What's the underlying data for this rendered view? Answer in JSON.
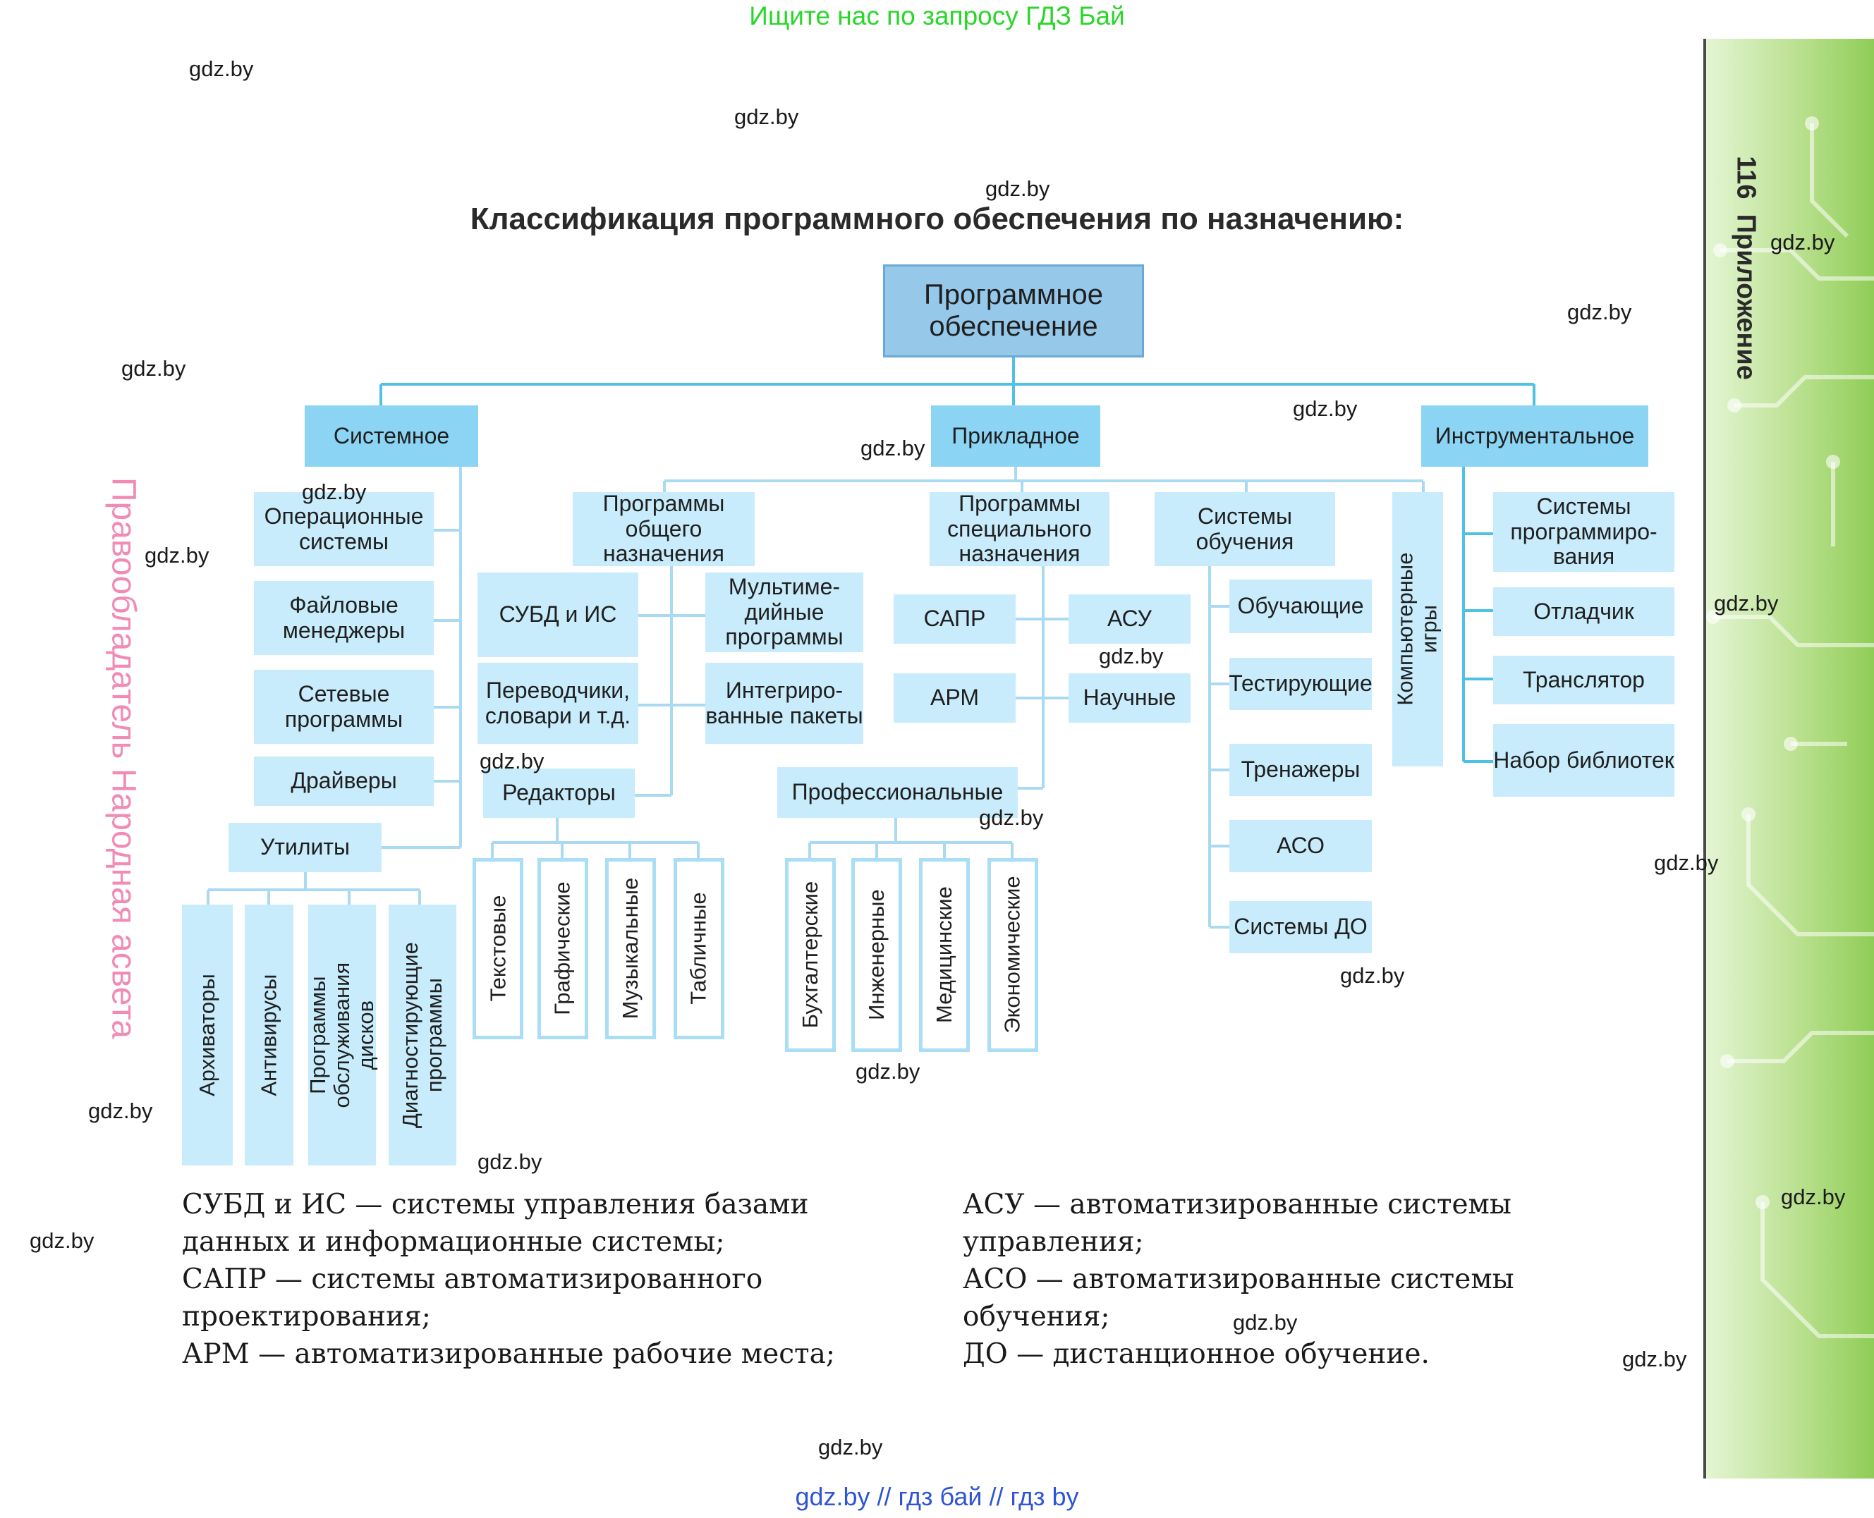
{
  "banner": "Ищите нас по запросу ГДЗ Бай",
  "watermark": "gdz.by",
  "title": "Классификация программного обеспечения по назначению:",
  "root": "Программное обеспечение",
  "categories": {
    "system": "Системное",
    "applied": "Прикладное",
    "tools": "Инструментальное"
  },
  "system_items": [
    "Операционные системы",
    "Файловые менеджеры",
    "Сетевые программы",
    "Драйверы"
  ],
  "utilities": {
    "label": "Утилиты",
    "items": [
      "Архиваторы",
      "Антивирусы",
      "Программы обслуживания дисков",
      "Диагностирующие программы"
    ]
  },
  "general_purpose": {
    "label": "Программы общего назначения",
    "items": [
      "СУБД и ИС",
      "Мультиме-дийные программы",
      "Переводчики, словари и т.д.",
      "Интегриро-ванные пакеты"
    ],
    "editors": {
      "label": "Редакторы",
      "items": [
        "Текстовые",
        "Графические",
        "Музыкальные",
        "Табличные"
      ]
    }
  },
  "special_purpose": {
    "label": "Программы специального назначения",
    "items": [
      "САПР",
      "АСУ",
      "АРМ",
      "Научные"
    ],
    "professional": {
      "label": "Профессиональные",
      "items": [
        "Бухгалтерские",
        "Инженерные",
        "Медицинские",
        "Экономические"
      ]
    }
  },
  "learning": {
    "label": "Системы обучения",
    "items": [
      "Обучающие",
      "Тестирующие",
      "Тренажеры",
      "АСО",
      "Системы ДО"
    ]
  },
  "games": "Компьютерные игры",
  "tool_items": [
    "Системы программиро-вания",
    "Отладчик",
    "Транслятор",
    "Набор библиотек"
  ],
  "legend_left": [
    "СУБД и ИС — системы управления базами",
    "данных и информационные системы;",
    "САПР — системы автоматизированного",
    "проектирования;",
    "АРМ — автоматизированные рабочие места;"
  ],
  "legend_right": [
    "АСУ — автоматизированные системы",
    "управления;",
    "АСО — автоматизированные системы",
    "обучения;",
    "ДО — дистанционное обучение."
  ],
  "credit": "Правообладатель Народная асвета",
  "page_number": "116",
  "page_section": "Приложение",
  "footer": "gdz.by  //  гдз бай  //  гдз by"
}
